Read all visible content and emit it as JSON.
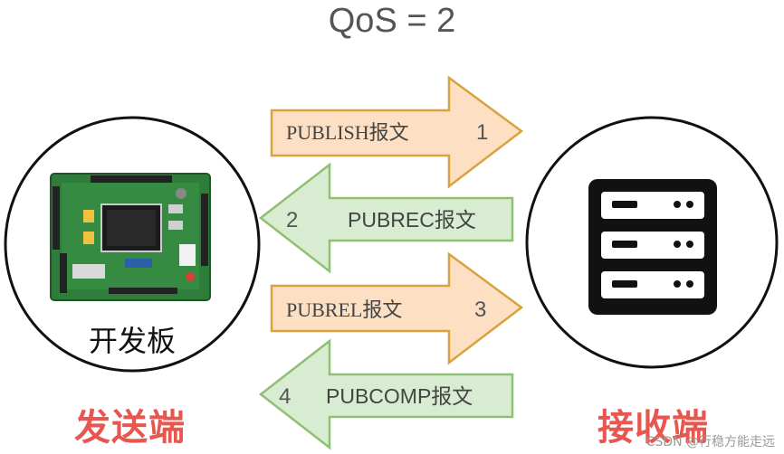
{
  "title": "QoS = 2",
  "left_node": {
    "caption": "开发板",
    "side_label": "发送端",
    "image": "development-board-photo"
  },
  "right_node": {
    "side_label": "接收端",
    "icon": "server-icon"
  },
  "messages": [
    {
      "direction": "right",
      "label": "PUBLISH报文",
      "number": "1"
    },
    {
      "direction": "left",
      "label": "PUBREC报文",
      "number": "2"
    },
    {
      "direction": "right",
      "label": "PUBREL报文",
      "number": "3"
    },
    {
      "direction": "left",
      "label": "PUBCOMP报文",
      "number": "4"
    }
  ],
  "colors": {
    "right_arrow_fill": "#fde0c4",
    "right_arrow_stroke": "#d9a23d",
    "left_arrow_fill": "#d7ecd0",
    "left_arrow_stroke": "#8fbf72",
    "side_label": "#e8574f"
  },
  "watermark": "CSDN @行稳方能走远"
}
